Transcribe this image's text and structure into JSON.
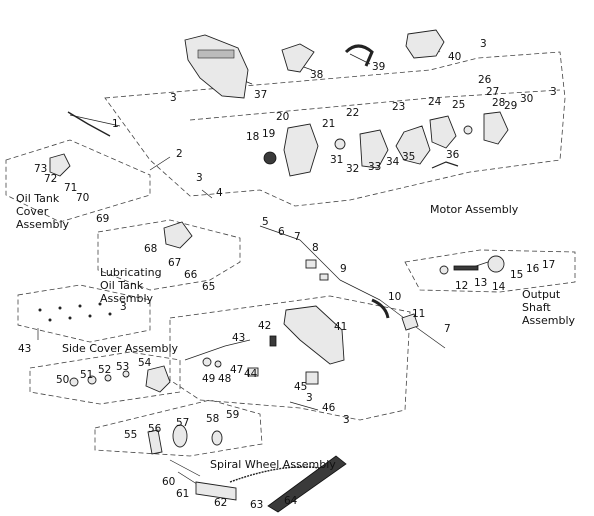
{
  "assemblies": [
    {
      "id": "motor",
      "label": "Motor Assembly"
    },
    {
      "id": "oil_tank_cover",
      "lines": [
        "Oil Tank",
        "Cover",
        "Assembly"
      ]
    },
    {
      "id": "lubricating",
      "lines": [
        "Lubricating",
        "Oil Tank",
        "Assembly"
      ]
    },
    {
      "id": "output_shaft",
      "lines": [
        "Output",
        "Shaft",
        "Assembly"
      ]
    },
    {
      "id": "side_cover",
      "label": "Side Cover Assembly"
    },
    {
      "id": "spiral_wheel",
      "label": "Spiral Wheel Assembly"
    }
  ],
  "callouts": [
    "1",
    "2",
    "3",
    "4",
    "5",
    "6",
    "7",
    "8",
    "9",
    "10",
    "11",
    "12",
    "13",
    "14",
    "15",
    "16",
    "17",
    "18",
    "19",
    "20",
    "21",
    "22",
    "23",
    "24",
    "25",
    "26",
    "27",
    "28",
    "29",
    "30",
    "31",
    "32",
    "33",
    "34",
    "35",
    "36",
    "37",
    "38",
    "39",
    "40",
    "41",
    "42",
    "43",
    "44",
    "45",
    "46",
    "47",
    "48",
    "49",
    "50",
    "51",
    "52",
    "53",
    "54",
    "55",
    "56",
    "57",
    "58",
    "59",
    "60",
    "61",
    "62",
    "63",
    "64",
    "65",
    "66",
    "67",
    "68",
    "69",
    "70",
    "71",
    "72",
    "73"
  ]
}
